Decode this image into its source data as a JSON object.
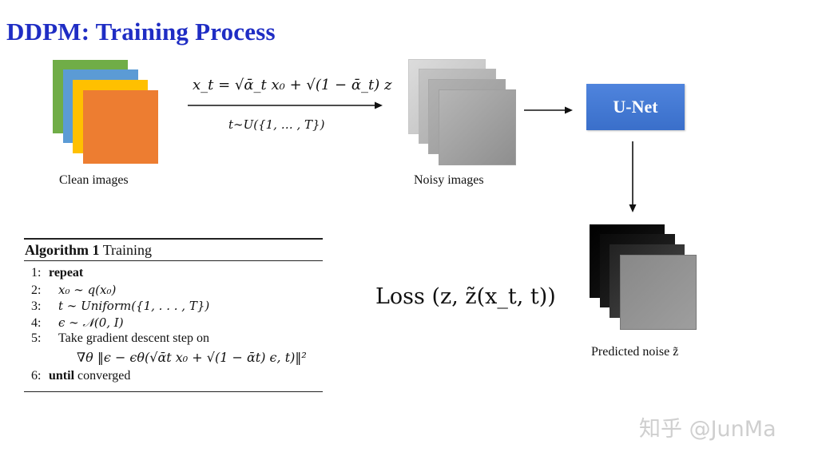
{
  "title": "DDPM: Training Process",
  "clean_images": {
    "caption": "Clean images",
    "layer_colors": [
      "#70ad47",
      "#5b9bd5",
      "#ffc000",
      "#ed7d31"
    ]
  },
  "noise_step": {
    "formula": "x_t = √ᾱ_t x₀ + √(1 − ᾱ_t) z",
    "sampling": "t∼U({1, … , T})"
  },
  "noisy_images": {
    "caption": "Noisy images"
  },
  "unet": {
    "label": "U-Net",
    "color": "#3f74d0"
  },
  "predicted_noise": {
    "caption": "Predicted noise z̃"
  },
  "loss": {
    "text": "Loss (z, z̃(x_t, t))"
  },
  "algorithm": {
    "title_bold": "Algorithm 1",
    "title_rest": "Training",
    "lines": [
      {
        "num": "1:",
        "text": "repeat"
      },
      {
        "num": "2:",
        "text": "x₀ ∼ q(x₀)"
      },
      {
        "num": "3:",
        "text": "t ∼ Uniform({1, . . . , T})"
      },
      {
        "num": "4:",
        "text": "ϵ ∼ 𝒩(0, I)"
      },
      {
        "num": "5:",
        "text": "Take gradient descent step on"
      },
      {
        "num": "",
        "text": "∇θ ‖ϵ − ϵθ(√ᾱt x₀ + √(1 − ᾱt) ϵ, t)‖²"
      },
      {
        "num": "6:",
        "text_bold": "until",
        "text": "converged"
      }
    ]
  },
  "watermark": "知乎 @JunMa"
}
